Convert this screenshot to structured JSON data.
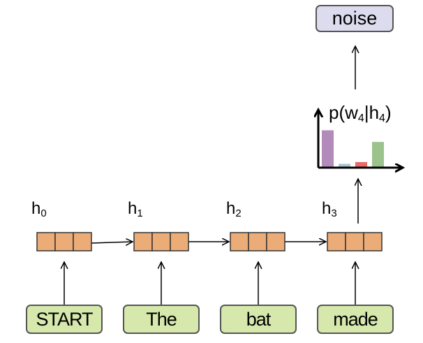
{
  "inputs": [
    "START",
    "The",
    "bat",
    "made"
  ],
  "hidden_states": [
    {
      "name": "h",
      "index": "0"
    },
    {
      "name": "h",
      "index": "1"
    },
    {
      "name": "h",
      "index": "2"
    },
    {
      "name": "h",
      "index": "3"
    }
  ],
  "distribution": {
    "label_prefix": "p(w",
    "label_index1": "4",
    "label_mid": "|h",
    "label_index2": "4",
    "label_suffix": ")",
    "bars": [
      {
        "value": 0.82,
        "color": "#b28bbb"
      },
      {
        "value": 0.07,
        "color": "#a9c5d4"
      },
      {
        "value": 0.11,
        "color": "#e86a6a"
      },
      {
        "value": 0.56,
        "color": "#9cc38b"
      }
    ]
  },
  "output": "noise",
  "colors": {
    "cell_fill": "#ecac78",
    "cell_stroke": "#333333",
    "word_fill": "#d6e8ac",
    "output_fill": "#dcdcee"
  }
}
